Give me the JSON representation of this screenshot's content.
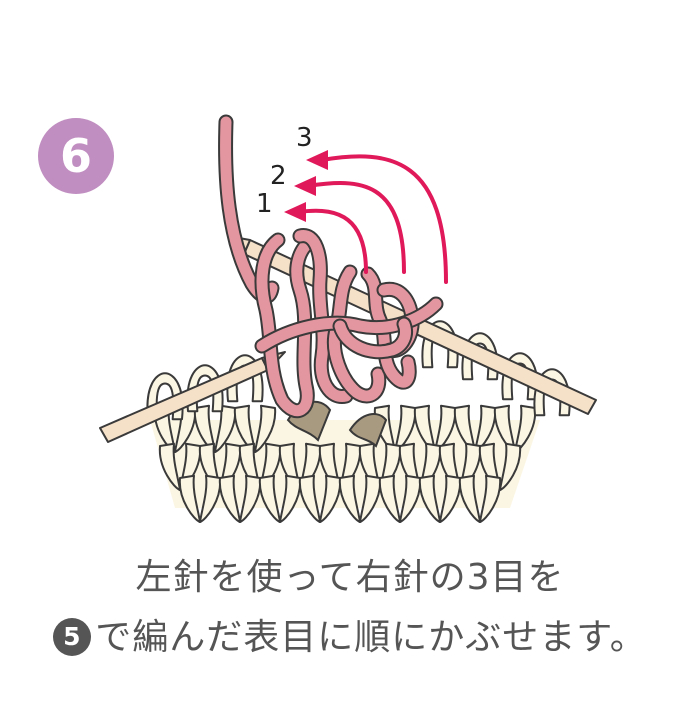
{
  "step": {
    "number": "6",
    "color": "#c08ec0"
  },
  "arrows": {
    "color": "#e0195a",
    "labels": [
      "1",
      "2",
      "3"
    ]
  },
  "colors": {
    "pink_yarn": "#e3969f",
    "cream_yarn": "#fbf6e4",
    "needle": "#f5e0c8",
    "outline": "#3a3a3a",
    "shadow_yarn": "#a89a80"
  },
  "caption": {
    "line1": "左針を使って右針の3目を",
    "ref_number": "5",
    "line2": "で編んだ表目に順にかぶせます。"
  }
}
